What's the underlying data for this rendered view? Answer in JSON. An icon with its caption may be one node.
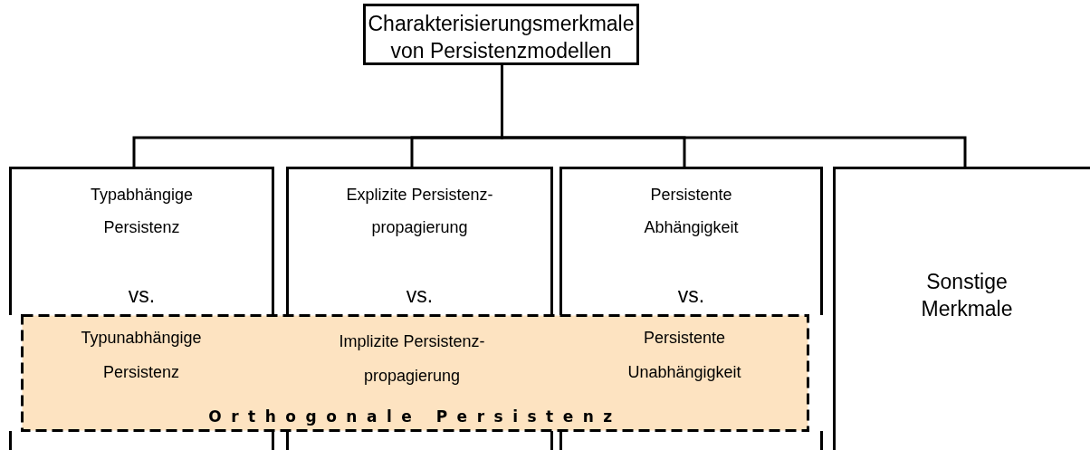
{
  "diagram": {
    "nodes": [
      {
        "text": [
          "Charakterisierungsmerkmale von Persistenzmodellen"
        ]
      },
      {
        "text": [
          "Typabhängige Persistenz",
          "vs."
        ]
      },
      {
        "text": [
          "Explizite Persistenz- propagierung",
          "vs."
        ]
      },
      {
        "text": [
          "Persistente Abhängigkeit",
          "vs."
        ]
      },
      {
        "text": [
          "Sonstige Merkmale"
        ]
      },
      {
        "text": [
          "Typunabhängige Persistenz",
          "Implizite Persistenz- propagierung",
          "Persistente Unabhängigkeit",
          "Orthogonale Persistenz"
        ]
      }
    ],
    "edges": [
      {
        "from": 0,
        "to": 1,
        "arrow": "none"
      },
      {
        "from": 0,
        "to": 2,
        "arrow": "none"
      },
      {
        "from": 0,
        "to": 3,
        "arrow": "none"
      },
      {
        "from": 0,
        "to": 4,
        "arrow": "none"
      }
    ]
  }
}
